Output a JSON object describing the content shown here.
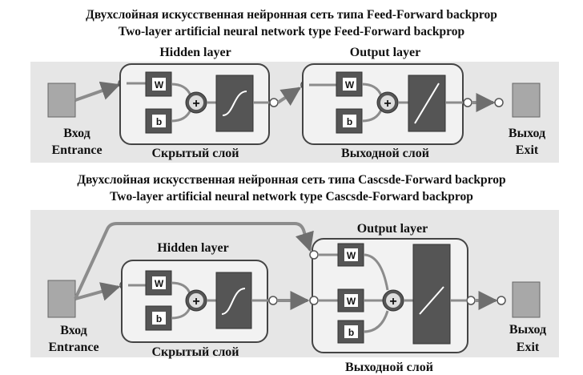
{
  "figure1": {
    "title_ru": "Двухслойная искусственная нейронная сеть типа Feed-Forward backprop",
    "title_en": "Two-layer artificial neural network type Feed-Forward backprop",
    "hidden_layer_en": "Hidden layer",
    "output_layer_en": "Output layer",
    "input_ru": "Вход",
    "input_en": "Entrance",
    "hidden_layer_ru": "Скрытый слой",
    "output_layer_ru": "Выходной слой",
    "output_ru": "Выход",
    "output_en": "Exit"
  },
  "figure2": {
    "title_ru": "Двухслойная искусственная нейронная сеть типа Cascsde-Forward backprop",
    "title_en": "Two-layer artificial neural network type Cascsde-Forward backprop",
    "hidden_layer_en": "Hidden layer",
    "output_layer_en": "Output layer",
    "input_ru": "Вход",
    "input_en": "Entrance",
    "hidden_layer_ru": "Скрытый слой",
    "output_layer_ru": "Выходной слой",
    "output_ru": "Выход",
    "output_en": "Exit"
  },
  "blocks": {
    "weight": "W",
    "bias": "b",
    "sum": "+"
  },
  "colors": {
    "panel": "#e6e6e6",
    "block": "#555555",
    "box": "#9a9a9a",
    "line": "#8c8c8c"
  }
}
